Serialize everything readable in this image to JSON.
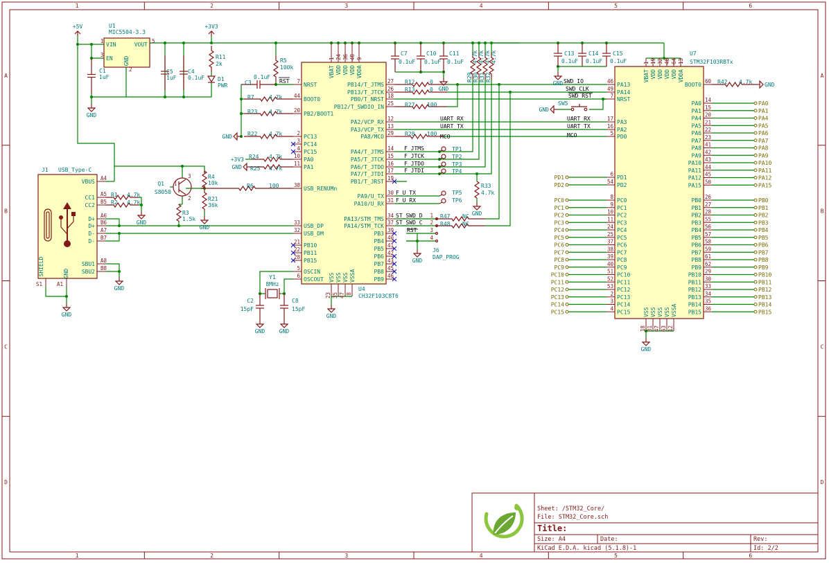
{
  "frame": {
    "columns": [
      "1",
      "2",
      "3",
      "4",
      "5",
      "6"
    ],
    "rows": [
      "A",
      "B",
      "C",
      "D"
    ]
  },
  "power": {
    "v5": "+5V",
    "v33": "+3V3",
    "gnd": "GND"
  },
  "u1": {
    "ref": "U1",
    "value": "MIC5504-3.3",
    "pins": {
      "vin": "VIN",
      "en": "EN",
      "gnd": "GND",
      "vout": "VOUT"
    },
    "nums": [
      "1",
      "3",
      "2",
      "5"
    ]
  },
  "c1": {
    "ref": "C1",
    "value": "1uF"
  },
  "c5": {
    "ref": "C5",
    "value": "1uF"
  },
  "c4": {
    "ref": "C4",
    "value": "0.1uF"
  },
  "r11": {
    "ref": "R11",
    "value": "2k"
  },
  "d1": {
    "ref": "D1",
    "value": "PWR"
  },
  "r5": {
    "ref": "R5",
    "value": "100k"
  },
  "c3": {
    "ref": "C3",
    "value": "0.1uF"
  },
  "rst": "RST",
  "u4": {
    "ref": "U4",
    "value": "CH32F103C8T6",
    "top_pins": [
      {
        "n": "1",
        "l": "VBAT"
      },
      {
        "n": "24",
        "l": "VDD"
      },
      {
        "n": "36",
        "l": "VDD"
      },
      {
        "n": "48",
        "l": "VDD"
      },
      {
        "n": "9",
        "l": "VDDA"
      }
    ],
    "bottom_pins": [
      {
        "n": "23",
        "l": "VSS"
      },
      {
        "n": "35",
        "l": "VSS"
      },
      {
        "n": "47",
        "l": "VSS"
      },
      {
        "n": "8",
        "l": "VSSA"
      }
    ],
    "left_pins": [
      {
        "n": "7",
        "l": "NRST"
      },
      {
        "n": "44",
        "l": "BOOT0"
      },
      {
        "n": "20",
        "l": "PB2/BOOT1"
      },
      {
        "n": "2",
        "l": "PC13"
      },
      {
        "n": "3",
        "l": "PC14"
      },
      {
        "n": "4",
        "l": "PC15"
      },
      {
        "n": "10",
        "l": "PA0"
      },
      {
        "n": "11",
        "l": "PA1"
      },
      {
        "n": "38",
        "l": "USB_RENUMn"
      },
      {
        "n": "33",
        "l": "USB_DP"
      },
      {
        "n": "32",
        "l": "USB_DM"
      },
      {
        "n": "21",
        "l": "PB10"
      },
      {
        "n": "22",
        "l": "PB11"
      },
      {
        "n": "28",
        "l": "PB15"
      },
      {
        "n": "5",
        "l": "OSCIN"
      },
      {
        "n": "6",
        "l": "OSCOUT"
      }
    ],
    "right_pins": [
      {
        "n": "27",
        "l": "PB14/T_JTMS"
      },
      {
        "n": "26",
        "l": "PB13/T_JTCK"
      },
      {
        "n": "18",
        "l": "PB0/T_NRST"
      },
      {
        "n": "25",
        "l": "PB12/T_SWDIO_IN"
      },
      {
        "n": "12",
        "l": "PA2/VCP_RX"
      },
      {
        "n": "13",
        "l": "PA3/VCP_TX"
      },
      {
        "n": "29",
        "l": "PA8/MCO"
      },
      {
        "n": "14",
        "l": "PA4/T_JTMS"
      },
      {
        "n": "15",
        "l": "PA5/T_JTCK"
      },
      {
        "n": "16",
        "l": "PA6/T_JTDO"
      },
      {
        "n": "17",
        "l": "PA7/T_JTDI"
      },
      {
        "n": "19",
        "l": "PB1/T_JRST"
      },
      {
        "n": "30",
        "l": "PA9/U_TX"
      },
      {
        "n": "31",
        "l": "PA10/U_RX"
      },
      {
        "n": "34",
        "l": "PA13/STM_TMS"
      },
      {
        "n": "37",
        "l": "PA14/STM_TCK"
      },
      {
        "n": "39",
        "l": "PB3"
      },
      {
        "n": "40",
        "l": "PB4"
      },
      {
        "n": "41",
        "l": "PB5"
      },
      {
        "n": "42",
        "l": "PB6"
      },
      {
        "n": "43",
        "l": "PB7"
      },
      {
        "n": "45",
        "l": "PB8"
      },
      {
        "n": "46",
        "l": "PB9"
      }
    ]
  },
  "r7": {
    "ref": "R7",
    "value": "4.7k"
  },
  "r23": {
    "ref": "R23",
    "value": "4.7k"
  },
  "r22": {
    "ref": "R22",
    "value": "4.7k"
  },
  "r24": {
    "ref": "R24",
    "value": "4.7k"
  },
  "r25": {
    "ref": "R25",
    "value": "4.7k"
  },
  "r6": {
    "ref": "R6",
    "value": "100"
  },
  "r4": {
    "ref": "R4",
    "value": "10k"
  },
  "r21": {
    "ref": "R21",
    "value": "36k"
  },
  "r3": {
    "ref": "R3",
    "value": "1.5k"
  },
  "q1": {
    "ref": "Q1",
    "value": "S8050",
    "nums": [
      "1",
      "2",
      "3"
    ]
  },
  "j1": {
    "ref": "J1",
    "value": "USB_Type-C",
    "pins": [
      {
        "n": "A4",
        "l": "VBUS"
      },
      {
        "n": "A5",
        "l": "CC1"
      },
      {
        "n": "B5",
        "l": "CC2"
      },
      {
        "n": "A6",
        "l": "D+"
      },
      {
        "n": "B6",
        "l": "D+"
      },
      {
        "n": "A7",
        "l": "D-"
      },
      {
        "n": "B7",
        "l": "D-"
      },
      {
        "n": "A8",
        "l": "SBU1"
      },
      {
        "n": "B8",
        "l": "SBU2"
      }
    ],
    "shield": "SHIELD",
    "gnd": "GND",
    "s1": "S1",
    "a1": "A1"
  },
  "r1": {
    "ref": "R1",
    "value": "4.7k"
  },
  "r2": {
    "ref": "R2",
    "value": "4.7k"
  },
  "y1": {
    "ref": "Y1",
    "value": "8MHz"
  },
  "c2": {
    "ref": "C2",
    "value": "15pF"
  },
  "c8": {
    "ref": "C8",
    "value": "15pF"
  },
  "c7": {
    "ref": "C7",
    "value": "0.1uF"
  },
  "c10": {
    "ref": "C10",
    "value": "0.1uF"
  },
  "c11": {
    "ref": "C11",
    "value": "0.1uF"
  },
  "r12": {
    "ref": "R12",
    "value": "0"
  },
  "r13": {
    "ref": "R13",
    "value": "0"
  },
  "r27": {
    "ref": "R27",
    "value": "100"
  },
  "r28": {
    "ref": "R28",
    "value": "100"
  },
  "rpack": [
    {
      "ref": "R29",
      "value": "4.7k"
    },
    {
      "ref": "R30",
      "value": "4.7k"
    },
    {
      "ref": "R31",
      "value": "4.7k"
    },
    {
      "ref": "R32",
      "value": "4.7k"
    }
  ],
  "r33": {
    "ref": "R33",
    "value": "4.7k"
  },
  "tps": [
    {
      "ref": "TP1",
      "net": "F_JTMS"
    },
    {
      "ref": "TP2",
      "net": "F_JTCK"
    },
    {
      "ref": "TP3",
      "net": "F_JTDO"
    },
    {
      "ref": "TP4",
      "net": "F_JTDI"
    }
  ],
  "tp5": {
    "ref": "TP5",
    "net": "F_U_TX"
  },
  "tp6": {
    "ref": "TP6",
    "net": "F_U_RX"
  },
  "r47": {
    "ref": "R47",
    "value": "NC"
  },
  "r48": {
    "ref": "R48",
    "value": "NC"
  },
  "j6": {
    "ref": "J6",
    "value": "DAP_PROG",
    "nets": [
      "ST_SWD_D",
      "ST_SWD_C",
      "RST",
      ""
    ],
    "nums": [
      "1",
      "2",
      "3",
      "4"
    ]
  },
  "nets": {
    "uart_rx": "UART_RX",
    "uart_tx": "UART_TX",
    "mco": "MCO",
    "swd_io": "SWD_IO",
    "swd_clk": "SWD_CLK",
    "swd_rst": "SWD_RST"
  },
  "c13": {
    "ref": "C13",
    "value": "0.1uF"
  },
  "c14": {
    "ref": "C14",
    "value": "0.1uF"
  },
  "c15": {
    "ref": "C15",
    "value": "0.1uF"
  },
  "sw5": {
    "ref": "SW5"
  },
  "r42": {
    "ref": "R42",
    "value": "4.7k"
  },
  "u7": {
    "ref": "U7",
    "value": "STM32F103RBTx",
    "top_pins": [
      {
        "n": "1",
        "l": "VBAT"
      },
      {
        "n": "19",
        "l": "VDD"
      },
      {
        "n": "32",
        "l": "VDD"
      },
      {
        "n": "48",
        "l": "VDD"
      },
      {
        "n": "64",
        "l": "VDD"
      },
      {
        "n": "13",
        "l": "VDDA"
      }
    ],
    "bottom_pins": [
      {
        "n": "18",
        "l": "VSS"
      },
      {
        "n": "31",
        "l": "VSS"
      },
      {
        "n": "47",
        "l": "VSS"
      },
      {
        "n": "63",
        "l": "VSS"
      },
      {
        "n": "12",
        "l": "VSSA"
      }
    ],
    "left_top": [
      {
        "n": "46",
        "l": "PA13"
      },
      {
        "n": "49",
        "l": "PA14"
      },
      {
        "n": "7",
        "l": "NRST"
      },
      {
        "n": "17",
        "l": "PA3"
      },
      {
        "n": "16",
        "l": "PA2"
      },
      {
        "n": "5",
        "l": "PD0"
      }
    ],
    "left_d": [
      {
        "n": "6",
        "l": "PD1",
        "h": "PD1"
      },
      {
        "n": "54",
        "l": "PD2",
        "h": "PD2"
      }
    ],
    "left_c": [
      {
        "n": "8",
        "l": "PC0",
        "h": "PC0"
      },
      {
        "n": "9",
        "l": "PC1",
        "h": "PC1"
      },
      {
        "n": "10",
        "l": "PC2",
        "h": "PC2"
      },
      {
        "n": "11",
        "l": "PC3",
        "h": "PC3"
      },
      {
        "n": "24",
        "l": "PC4",
        "h": "PC4"
      },
      {
        "n": "25",
        "l": "PC5",
        "h": "PC5"
      },
      {
        "n": "37",
        "l": "PC6",
        "h": "PC6"
      },
      {
        "n": "38",
        "l": "PC7",
        "h": "PC7"
      },
      {
        "n": "39",
        "l": "PC8",
        "h": "PC8"
      },
      {
        "n": "40",
        "l": "PC9",
        "h": "PC9"
      },
      {
        "n": "51",
        "l": "PC10",
        "h": "PC10"
      },
      {
        "n": "52",
        "l": "PC11",
        "h": "PC11"
      },
      {
        "n": "53",
        "l": "PC12",
        "h": "PC12"
      },
      {
        "n": "2",
        "l": "PC13",
        "h": "PC13"
      },
      {
        "n": "3",
        "l": "PC14",
        "h": "PC14"
      },
      {
        "n": "4",
        "l": "PC15",
        "h": "PC15"
      }
    ],
    "boot0": {
      "n": "60",
      "l": "BOOT0"
    },
    "right_a": [
      {
        "n": "14",
        "l": "PA0",
        "h": "PA0"
      },
      {
        "n": "15",
        "l": "PA1",
        "h": "PA1"
      },
      {
        "n": "20",
        "l": "PA4",
        "h": "PA4"
      },
      {
        "n": "21",
        "l": "PA5",
        "h": "PA5"
      },
      {
        "n": "22",
        "l": "PA6",
        "h": "PA6"
      },
      {
        "n": "23",
        "l": "PA7",
        "h": "PA7"
      },
      {
        "n": "41",
        "l": "PA8",
        "h": "PA8"
      },
      {
        "n": "42",
        "l": "PA9",
        "h": "PA9"
      },
      {
        "n": "43",
        "l": "PA10",
        "h": "PA10"
      },
      {
        "n": "44",
        "l": "PA11",
        "h": "PA11"
      },
      {
        "n": "45",
        "l": "PA12",
        "h": "PA12"
      },
      {
        "n": "50",
        "l": "PA15",
        "h": "PA15"
      }
    ],
    "right_b": [
      {
        "n": "26",
        "l": "PB0",
        "h": "PB0"
      },
      {
        "n": "27",
        "l": "PB1",
        "h": "PB1"
      },
      {
        "n": "28",
        "l": "PB2",
        "h": "PB2"
      },
      {
        "n": "55",
        "l": "PB3",
        "h": "PB3"
      },
      {
        "n": "56",
        "l": "PB4",
        "h": "PB4"
      },
      {
        "n": "57",
        "l": "PB5",
        "h": "PB5"
      },
      {
        "n": "58",
        "l": "PB6",
        "h": "PB6"
      },
      {
        "n": "59",
        "l": "PB7",
        "h": "PB7"
      },
      {
        "n": "61",
        "l": "PB8",
        "h": "PB8"
      },
      {
        "n": "62",
        "l": "PB9",
        "h": "PB9"
      },
      {
        "n": "29",
        "l": "PB10",
        "h": "PB10"
      },
      {
        "n": "30",
        "l": "PB11",
        "h": "PB11"
      },
      {
        "n": "33",
        "l": "PB12",
        "h": "PB12"
      },
      {
        "n": "34",
        "l": "PB13",
        "h": "PB13"
      },
      {
        "n": "35",
        "l": "PB14",
        "h": "PB14"
      },
      {
        "n": "36",
        "l": "PB15",
        "h": "PB15"
      }
    ]
  },
  "title_block": {
    "sheet": "Sheet: /STM32_Core/",
    "file": "File: STM32_Core.sch",
    "title": "Title:",
    "size": "Size: A4",
    "date": "Date:",
    "rev": "Rev:",
    "tool": "KiCad E.D.A.  kicad (5.1.8)-1",
    "id": "Id: 2/2",
    "logo_colors": {
      "ring": "#8cc63f",
      "leaf": "#6aa832"
    }
  }
}
